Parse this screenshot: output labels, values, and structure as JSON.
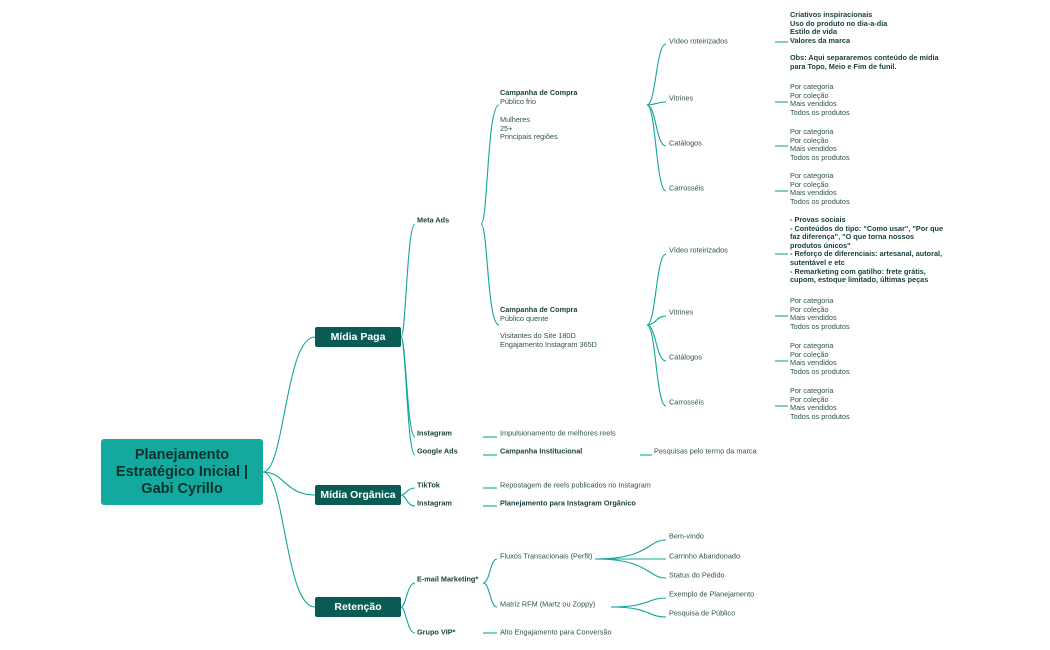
{
  "root": "Planejamento\nEstratégico Inicial |\nGabi Cyrillo",
  "midia_paga": {
    "label": "Mídia Paga",
    "meta_ads": {
      "label": "Meta Ads",
      "frio": {
        "title": "Campanha de Compra",
        "subtitle": "Público frio",
        "audience": "Mulheres\n25+\nPrincipais regiões",
        "video_label": "Vídeo roteirizados",
        "video_notes": "Criativos inspiracionais\nUso do produto no dia-a-dia\nEstilo de vida\nValores da marca\n\nObs: Aqui separaremos conteúdo de mídia\npara Topo, Meio e Fim de funil.",
        "vitrines_label": "Vitrines",
        "vitrines_items": "Por categoria\nPor coleção\nMais vendidos\nTodos os produtos",
        "catalogos_label": "Catálogos",
        "catalogos_items": "Por categoria\nPor coleção\nMais vendidos\nTodos os produtos",
        "carrosseis_label": "Carrosséis",
        "carrosseis_items": "Por categoria\nPor coleção\nMais vendidos\nTodos os produtos"
      },
      "quente": {
        "title": "Campanha de Compra",
        "subtitle": "Público quente",
        "audience": "Visitantes do Site 180D\nEngajamento Instagram 365D",
        "video_label": "Vídeo roteirizados",
        "video_notes": "- Provas sociais\n- Conteúdos do tipo: \"Como usar\", \"Por que\nfaz diferença\", \"O que torna nossos\nprodutos únicos\"\n- Reforço de diferenciais: artesanal, autoral,\nsutentável e etc\n- Remarketing com gatilho: frete grátis,\ncupom, estoque limitado, últimas peças",
        "vitrines_label": "Vitrines",
        "vitrines_items": "Por categoria\nPor coleção\nMais vendidos\nTodos os produtos",
        "catalogos_label": "Catálogos",
        "catalogos_items": "Por categoria\nPor coleção\nMais vendidos\nTodos os produtos",
        "carrosseis_label": "Carrosséis",
        "carrosseis_items": "Por categoria\nPor coleção\nMais vendidos\nTodos os produtos"
      }
    },
    "instagram": {
      "label": "Instagram",
      "item": "Impulsionamento de melhores reels"
    },
    "google_ads": {
      "label": "Google Ads",
      "campaign": "Campanha Institucional",
      "detail": "Pesquisas pelo termo da marca"
    }
  },
  "midia_organica": {
    "label": "Mídia Orgânica",
    "tiktok": {
      "label": "TikTok",
      "item": "Repostagem de reels publicados no Instagram"
    },
    "instagram": {
      "label": "Instagram",
      "item": "Planejamento para Instagram Orgânico"
    }
  },
  "retencao": {
    "label": "Retenção",
    "email": {
      "label": "E-mail Marketing*",
      "fluxos": {
        "label": "Fluxos Transacionais (Perfit)",
        "items": [
          "Bem-vindo",
          "Carrinho Abandonado",
          "Status do Pedido"
        ]
      },
      "matriz": {
        "label": "Matriz RFM (Martz ou Zoppy)",
        "items": [
          "Exemplo de Planejamento",
          "Pesquisa de Público"
        ]
      }
    },
    "grupo_vip": {
      "label": "Grupo VIP*",
      "item": "Alto Engajamento para Conversão"
    }
  }
}
